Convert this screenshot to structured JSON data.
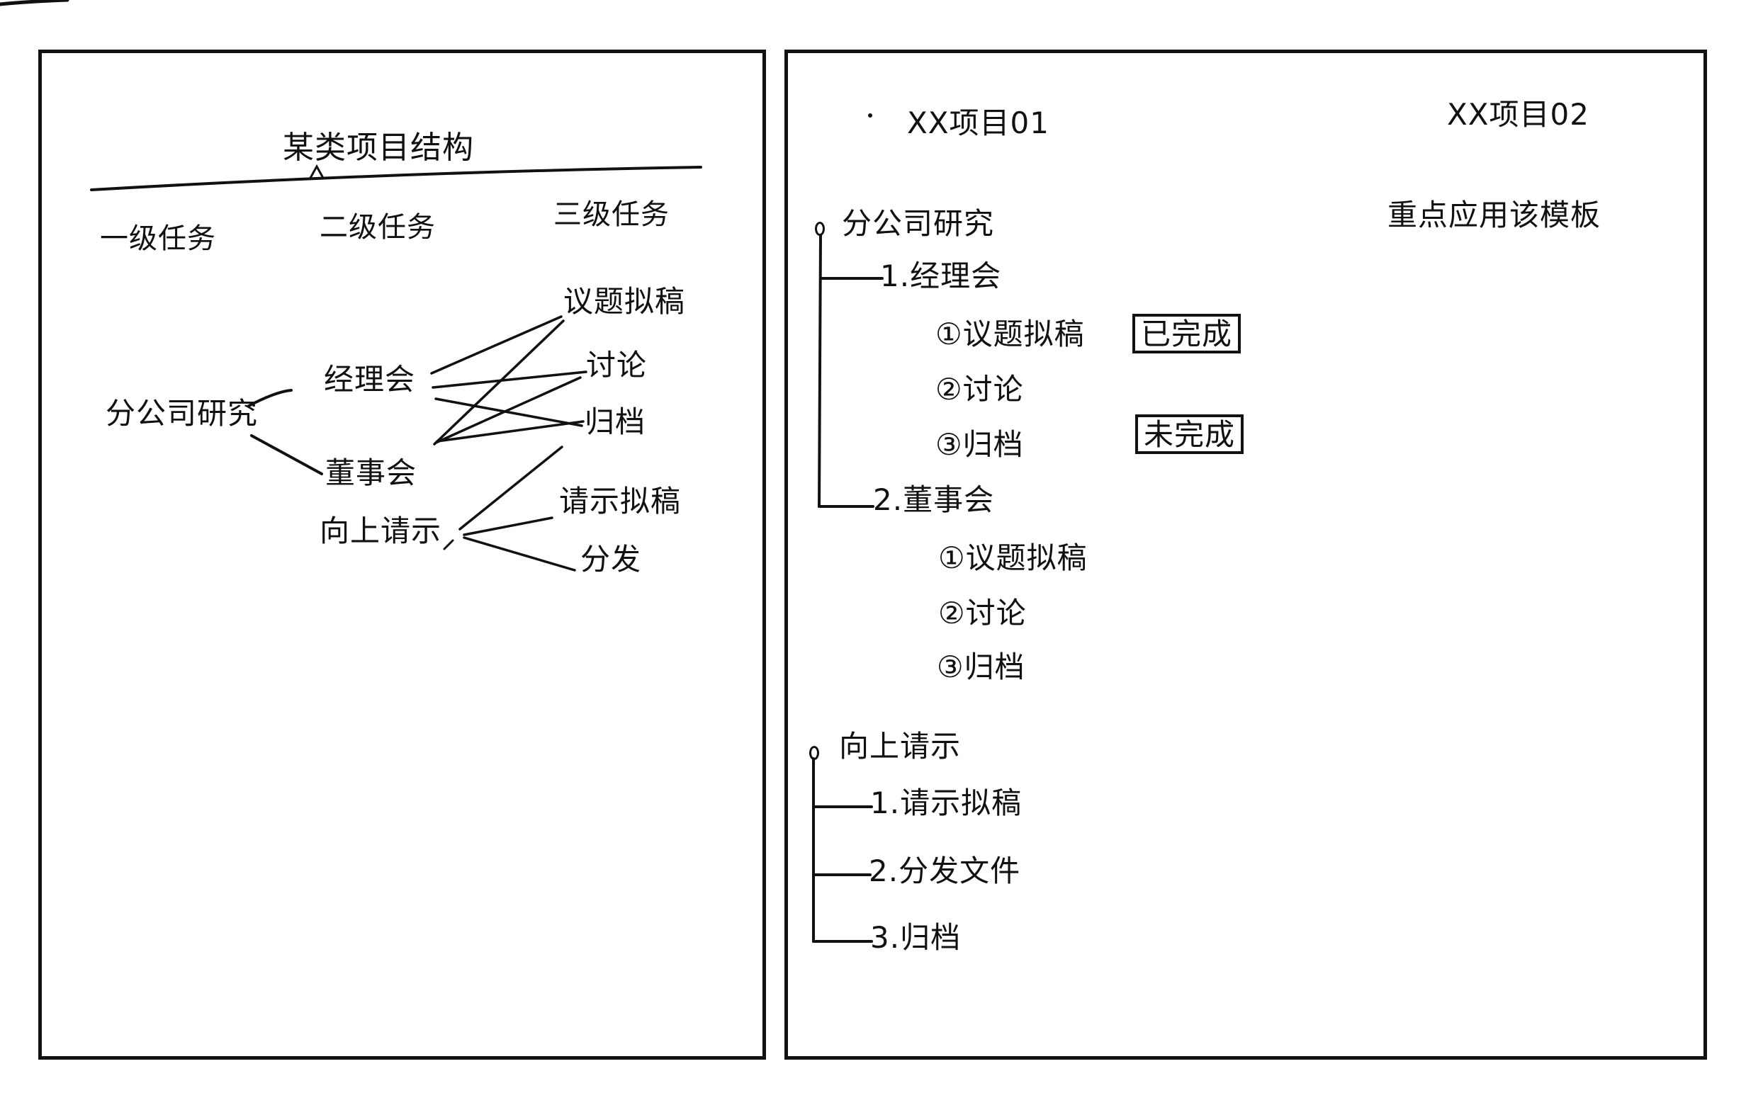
{
  "left_sheet": {
    "title": "某类项目结构",
    "columns": [
      "一级任务",
      "二级任务",
      "三级任务"
    ],
    "level1": [
      "分公司研究"
    ],
    "level2": [
      "经理会",
      "董事会",
      "向上请示"
    ],
    "level3": [
      "议题拟稿",
      "讨论",
      "归档",
      "请示拟稿",
      "分发"
    ]
  },
  "right_sheet": {
    "project1_title": "XX项目01",
    "project2_title": "XX项目02",
    "project2_note": "重点应用该模板",
    "group1": {
      "label": "分公司研究",
      "sub1": {
        "label": "1.经理会",
        "items": [
          "①议题拟稿",
          "②讨论",
          "③归档"
        ],
        "badges": [
          "已完成",
          "未完成"
        ]
      },
      "sub2": {
        "label": "2.董事会",
        "items": [
          "①议题拟稿",
          "②讨论",
          "③归档"
        ]
      }
    },
    "group2": {
      "label": "向上请示",
      "items": [
        "1.请示拟稿",
        "2.分发文件",
        "3.归档"
      ]
    }
  }
}
